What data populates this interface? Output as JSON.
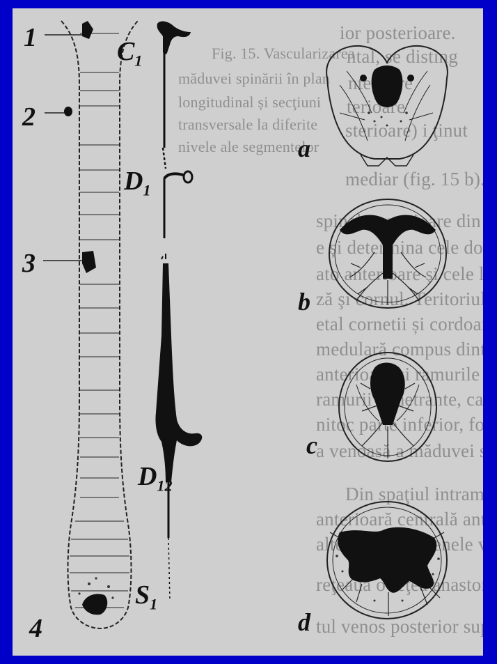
{
  "background_text": [
    "ior posterioare.",
    "ntal, se disting",
    "nte, care",
    "terioare",
    "sterioare) i ţinut",
    "mediar (fig. 15 b).",
    "spinale anterioare din porţiuni spinale, se d",
    "e și determina cele două zone ale m",
    "ato anterioare şi cele laterale şi s",
    "ză şi cornul. Teritoriul arterelor spina",
    "etal cornetii și cordoanele posterioare - teritoriul a",
    "medulară compus dintr-o reţea anastomotică bog",
    "anterioare și ramurile spinale posterioare. Din s",
    "ramurii penetrante, care se distribuie",
    "nitoc parte inferior, formând bazinul periferic.",
    "a venoasă a măduvei spinării este organizată",
    "Din spaţiul intramedular ale pornesc",
    "anterioară centrală anterioară de care venele m",
    "alte cordoane venele venus ele trece de la",
    "reţeaua o reţea anastomotică proximală a fie",
    "tul venos posterior suprafaţa medulară este ir"
  ],
  "background_caption": [
    "Fig. 15. Vascularizarea",
    "măduvei spinării în plan",
    "longitudinal și secţiuni",
    "transversale la diferite",
    "nivele ale segmentelor"
  ],
  "section_numbers": [
    "1",
    "2",
    "3",
    "4"
  ],
  "segment_labels": [
    {
      "letter": "C",
      "sub": "1"
    },
    {
      "letter": "D",
      "sub": "1"
    },
    {
      "letter": "D",
      "sub": "12"
    },
    {
      "letter": "S",
      "sub": "1"
    }
  ],
  "panel_labels": [
    "a",
    "b",
    "c",
    "d"
  ]
}
